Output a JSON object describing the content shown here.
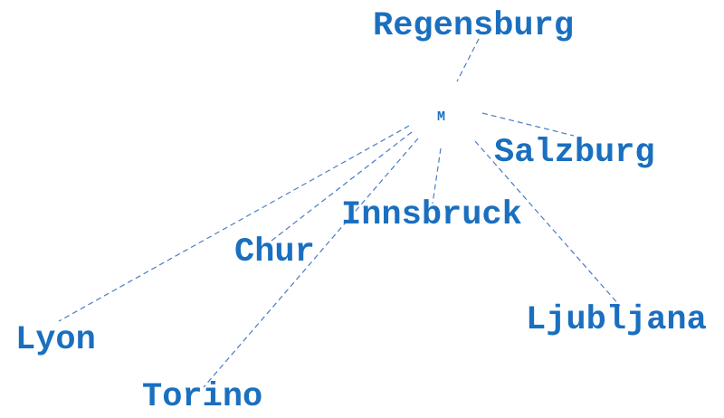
{
  "hub": {
    "label": "M"
  },
  "cities": [
    {
      "id": "regensburg",
      "label": "Regensburg"
    },
    {
      "id": "salzburg",
      "label": "Salzburg"
    },
    {
      "id": "innsbruck",
      "label": "Innsbruck"
    },
    {
      "id": "chur",
      "label": "Chur"
    },
    {
      "id": "lyon",
      "label": "Lyon"
    },
    {
      "id": "torino",
      "label": "Torino"
    },
    {
      "id": "ljubljana",
      "label": "Ljubljana"
    }
  ],
  "colors": {
    "text": "#1a6fbf",
    "edge": "#4a7cc4",
    "background": "#ffffff"
  }
}
